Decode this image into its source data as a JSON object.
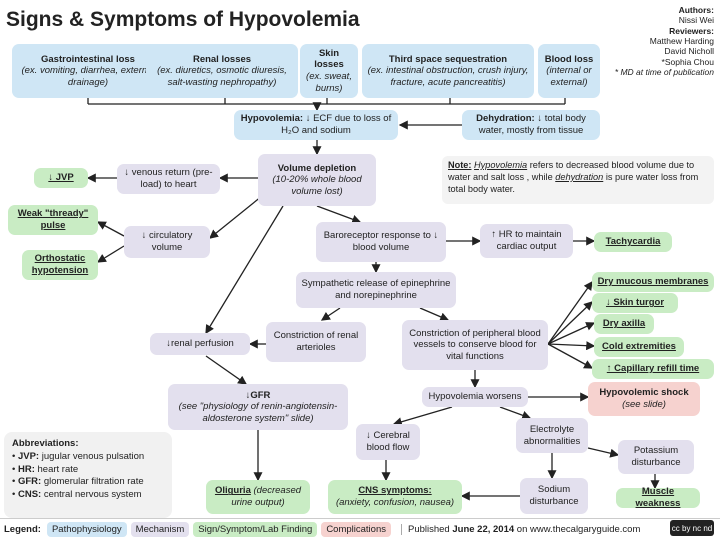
{
  "title": "Signs & Symptoms of Hypovolemia",
  "authors": {
    "authors_label": "Authors:",
    "author": "Nissi Wei",
    "reviewers_label": "Reviewers:",
    "reviewers": [
      "Matthew Harding",
      "David Nicholl",
      "*Sophia Chou"
    ],
    "note": "* MD at time of publication"
  },
  "causes": {
    "gi": {
      "title": "Gastrointestinal loss",
      "detail": "(ex. vomiting, diarrhea, external drainage)"
    },
    "renal": {
      "title": "Renal losses",
      "detail": "(ex. diuretics, osmotic diuresis, salt-wasting nephropathy)"
    },
    "skin": {
      "title": "Skin losses",
      "detail": "(ex. sweat, burns)"
    },
    "third": {
      "title": "Third space sequestration",
      "detail": "(ex. intestinal obstruction, crush injury, fracture, acute pancreatitis)"
    },
    "blood": {
      "title": "Blood loss",
      "detail": "(internal or external)"
    }
  },
  "hypovolemia": {
    "label": "Hypovolemia:",
    "text": "↓ ECF due to loss of H₂O and sodium"
  },
  "dehydration": {
    "label": "Dehydration:",
    "text": "↓ total body water, mostly from tissue"
  },
  "volume_depletion": {
    "title": "Volume depletion",
    "detail": "(10-20% whole blood volume lost)"
  },
  "note": {
    "label": "Note:",
    "part1": "Hypovolemia",
    "part2": " refers to decreased blood volume due to water and salt loss , while ",
    "part3": "dehydration",
    "part4": " is pure water loss from total body water."
  },
  "nodes": {
    "venous_return": "↓ venous return (pre-load) to heart",
    "jvp": "↓ JVP",
    "weak_pulse": "Weak \"thready\" pulse",
    "orthostatic": "Orthostatic hypotension",
    "circ_volume": "↓ circulatory volume",
    "baroreceptor": "Baroreceptor response to ↓ blood volume",
    "hr_maintain": "↑ HR to maintain cardiac output",
    "tachycardia": "Tachycardia",
    "sympathetic": "Sympathetic release of epinephrine and norepinephrine",
    "dry_mucous": "Dry mucous membranes",
    "skin_turgor": "↓ Skin turgor",
    "dry_axilla": "Dry axilla",
    "cold_ext": "Cold extremities",
    "cap_refill": "↑ Capillary refill time",
    "renal_perf": "↓renal perfusion",
    "constr_arterioles": "Constriction of renal arterioles",
    "constr_peripheral": "Constriction of peripheral blood vessels to conserve blood for vital functions",
    "hypo_worsens": "Hypovolemia worsens",
    "shock_title": "Hypovolemic shock",
    "shock_detail": "(see slide)",
    "gfr_title": "↓GFR",
    "gfr_detail": "(see \"physiology of renin-angiotensin-aldosterone system\" slide)",
    "cerebral": "↓ Cerebral blood flow",
    "electrolyte": "Electrolyte abnormalities",
    "potassium": "Potassium disturbance",
    "sodium": "Sodium disturbance",
    "muscle_weakness": "Muscle weakness",
    "oliguria_title": "Oliguria",
    "oliguria_detail": "(decreased urine output)",
    "cns_title": "CNS symptoms:",
    "cns_detail": "(anxiety, confusion, nausea)"
  },
  "abbreviations": {
    "heading": "Abbreviations:",
    "items": [
      {
        "abbr": "JVP:",
        "full": "jugular venous pulsation"
      },
      {
        "abbr": "HR:",
        "full": "heart rate"
      },
      {
        "abbr": "GFR:",
        "full": "glomerular filtration rate"
      },
      {
        "abbr": "CNS:",
        "full": "central nervous system"
      }
    ]
  },
  "legend": {
    "label": "Legend:",
    "items": [
      "Pathophysiology",
      "Mechanism",
      "Sign/Symptom/Lab Finding",
      "Complications"
    ],
    "published_prefix": "Published ",
    "published_date": "June 22, 2014",
    "published_suffix": " on www.thecalgaryguide.com",
    "license": "cc by nc nd"
  },
  "colors": {
    "pathophysiology": "#cfe6f5",
    "mechanism": "#e3e0ee",
    "sign": "#c9ecc4",
    "complication": "#f6d2cf",
    "arrow": "#222222"
  }
}
